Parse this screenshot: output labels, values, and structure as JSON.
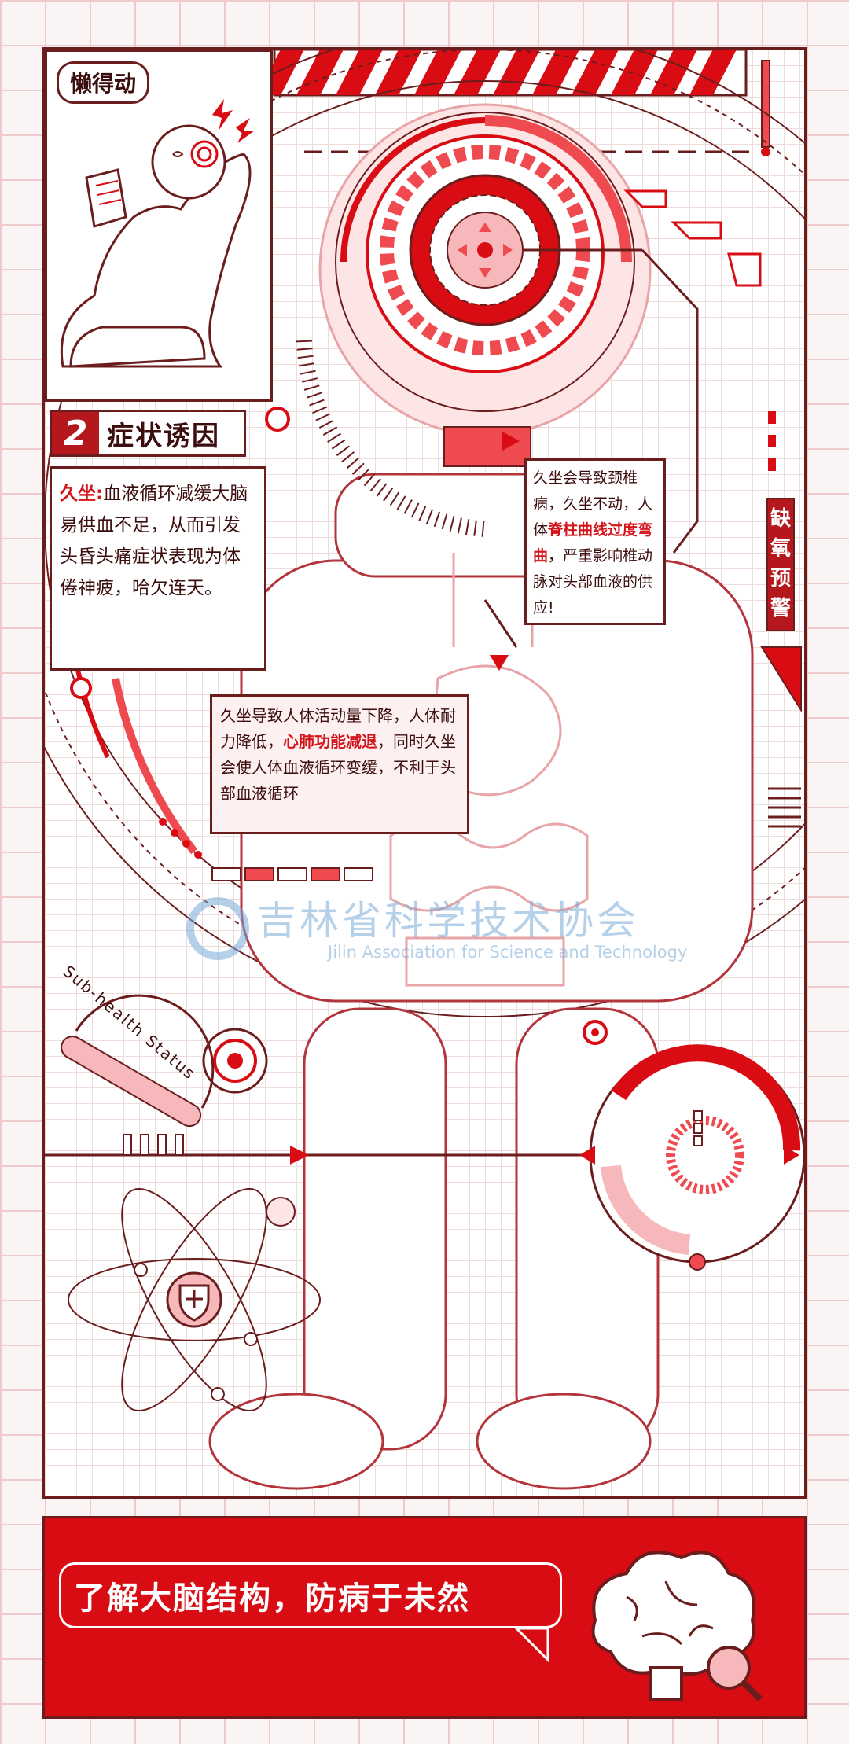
{
  "colors": {
    "primary_red": "#d90c14",
    "dark_red": "#6b1d1d",
    "accent_red": "#ef4a50",
    "soft_red": "#f7b8bb",
    "text_dark": "#3b0d0d"
  },
  "tag": {
    "label": "懒得动"
  },
  "section": {
    "number": "2",
    "title": "症状诱因"
  },
  "cause": {
    "highlight": "久坐:",
    "text": "血液循环减缓大脑易供血不足，从而引发头昏头痛症状表现为体倦神疲，哈欠连天。"
  },
  "neck_callout": {
    "part1": "久坐会导致颈椎病，久坐不动，人体",
    "highlight": "脊柱曲线过度弯曲",
    "part2": "，严重影响椎动脉对头部血液的供应!"
  },
  "heart_callout": {
    "part1": "久坐导致人体活动量下降，人体耐力降低，",
    "highlight": "心肺功能减退",
    "part2": "，同时久坐会使人体血液循环变缓，不利于头部血液循环"
  },
  "progress": {
    "filled_segments": [
      false,
      true,
      false,
      true,
      false
    ]
  },
  "warning": {
    "label": "缺氧预警"
  },
  "sub_health": {
    "label": "Sub-health Status"
  },
  "watermark": {
    "cn": "吉林省科学技术协会",
    "en": "Jilin Association for Science and Technology"
  },
  "banner": {
    "slogan": "了解大脑结构，防病于未然"
  },
  "icons": [
    "lightning-icon",
    "book-icon",
    "shield-plus-icon",
    "brain-icon",
    "magnifier-icon",
    "atom-icon",
    "target-icon"
  ]
}
